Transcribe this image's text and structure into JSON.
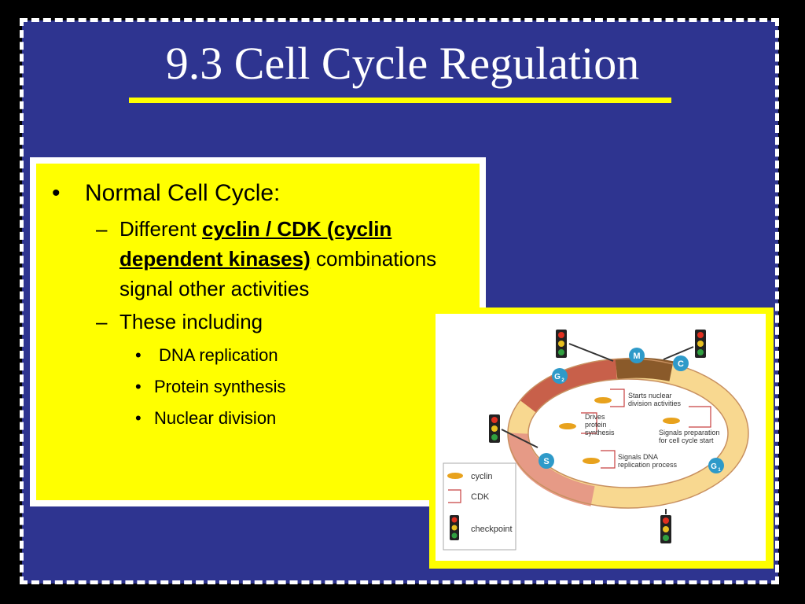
{
  "slide": {
    "title": "9.3 Cell Cycle Regulation",
    "bullets": {
      "l1": "Normal Cell Cycle:",
      "l2a_pre": "Different ",
      "l2a_emph": "cyclin / CDK (cyclin dependent kinases)",
      "l2a_post": " combinations signal other activities",
      "l2b": "These including",
      "l3": [
        "DNA replication",
        "Protein synthesis",
        "Nuclear division"
      ]
    },
    "bullet_glyphs": {
      "l1": "•",
      "l2": "–",
      "l3": "•"
    }
  },
  "diagram": {
    "phases": {
      "m": "M",
      "c": "C",
      "g2": "G2",
      "g2_main": "G",
      "g2_sub": "2",
      "s": "S",
      "g1_main": "G",
      "g1_sub": "1"
    },
    "labels": {
      "starts_nuclear_1": "Starts nuclear",
      "starts_nuclear_2": "division activities",
      "drives_1": "Drives",
      "drives_2": "protein",
      "drives_3": "synthesis",
      "signals_prep_1": "Signals preparation",
      "signals_prep_2": "for cell cycle start",
      "signals_dna_1": "Signals DNA",
      "signals_dna_2": "replication process"
    },
    "legend": {
      "cyclin": "cyclin",
      "cdk": "CDK",
      "checkpoint": "checkpoint"
    },
    "colors": {
      "cyclin": "#e8a21d",
      "cdk": "#c84040",
      "phase_badge": "#2e9ac9",
      "ring_red": "#c8604a",
      "ring_yellow": "#f8d890",
      "ring_brown": "#8a5a2a"
    }
  }
}
